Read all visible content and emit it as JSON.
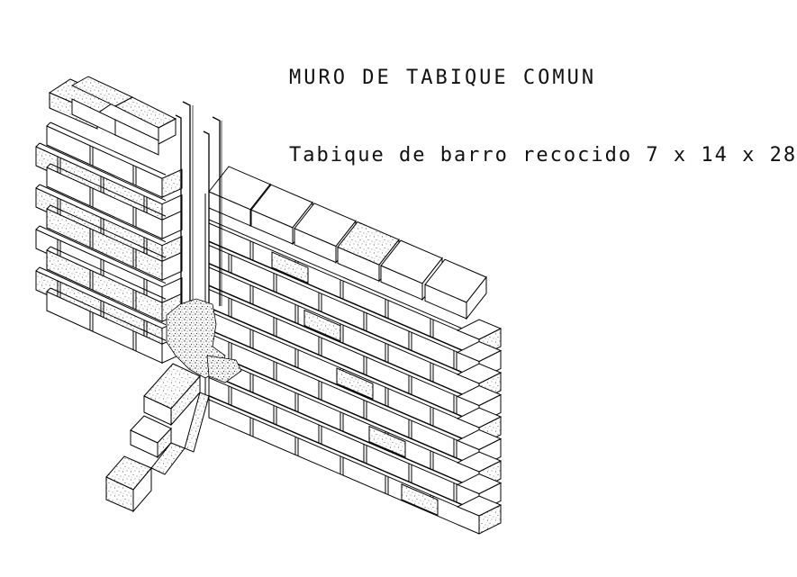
{
  "drawing": {
    "title": "MURO DE TABIQUE COMUN",
    "subtitle": "Tabique de barro recocido 7 x 14 x 28",
    "subject": "isometric brick wall with T-junction and reinforcing steel rods",
    "line_color": "#000000",
    "background_color": "#ffffff",
    "elements": {
      "left_wall": {
        "courses": 9,
        "label": "left-wall-section"
      },
      "right_wall": {
        "courses": 9,
        "label": "right-wall-section"
      },
      "perpendicular_wall": {
        "courses": 2,
        "label": "perpendicular-wall-stub"
      },
      "steel_rods": {
        "count": 4,
        "label": "vertical-reinforcing-rods"
      },
      "concrete_fill": {
        "label": "concrete-infill-junction"
      }
    }
  }
}
